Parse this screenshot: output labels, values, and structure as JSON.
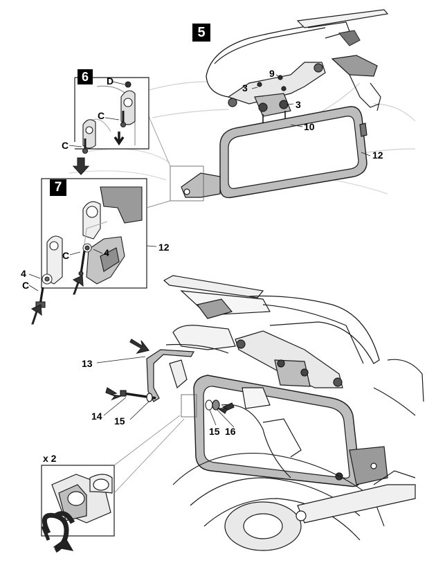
{
  "steps": {
    "step5": "5",
    "step6": "6",
    "step7": "7"
  },
  "callouts": {
    "c3_top": "3",
    "c9": "9",
    "c3_right": "3",
    "c10": "10",
    "c12_top": "12",
    "cD": "D",
    "cC_step6_a": "C",
    "cC_step6_b": "C",
    "cC_step7_a": "C",
    "c4_step7_a": "4",
    "c4_step7_b": "4",
    "cC_step7_b": "C",
    "c12_step7": "12",
    "c13": "13",
    "c14": "14",
    "c15_left": "15",
    "c15_right": "15",
    "c16": "16",
    "x2": "x 2"
  },
  "colors": {
    "line": "#1a1a1a",
    "frame_fill": "#bdbdbd",
    "frame_dark": "#8c8c8c",
    "arrow": "#1a1a1a",
    "badge_bg": "#000000"
  }
}
